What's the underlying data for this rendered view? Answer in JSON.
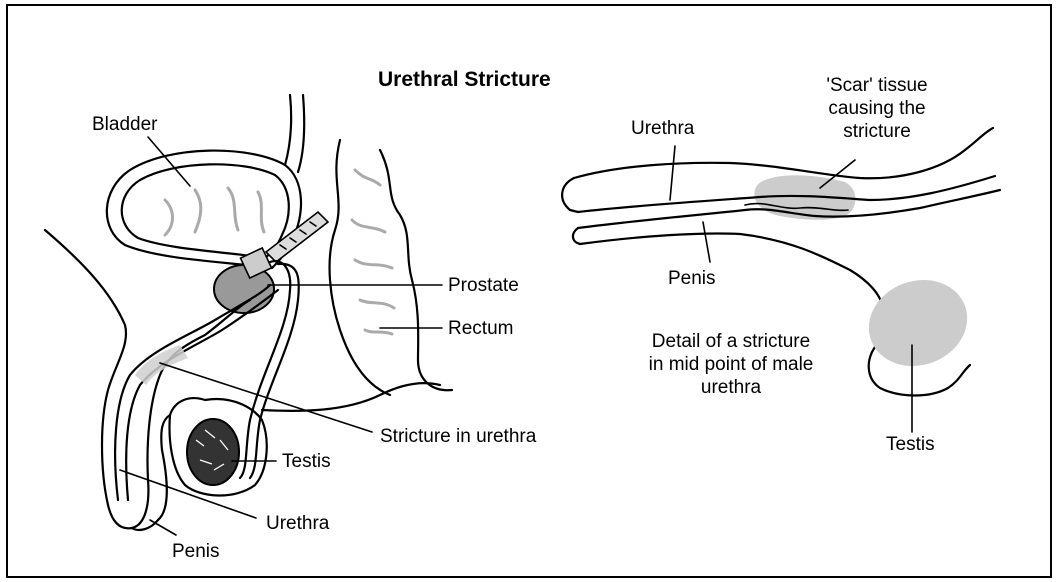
{
  "title": "Urethral Stricture",
  "labels": {
    "bladder": "Bladder",
    "prostate": "Prostate",
    "rectum": "Rectum",
    "stricture_in_urethra": "Stricture in urethra",
    "testis_left": "Testis",
    "urethra_left": "Urethra",
    "penis_left": "Penis",
    "scar_line1": "'Scar' tissue",
    "scar_line2": "causing the",
    "scar_line3": "stricture",
    "urethra_right": "Urethra",
    "penis_right": "Penis",
    "detail_line1": "Detail of a stricture",
    "detail_line2": "in mid point of male",
    "detail_line3": "urethra",
    "testis_right": "Testis"
  },
  "colors": {
    "outline": "#000000",
    "tissue_grey": "#cccccc",
    "prostate_grey": "#999999",
    "background": "#ffffff"
  }
}
